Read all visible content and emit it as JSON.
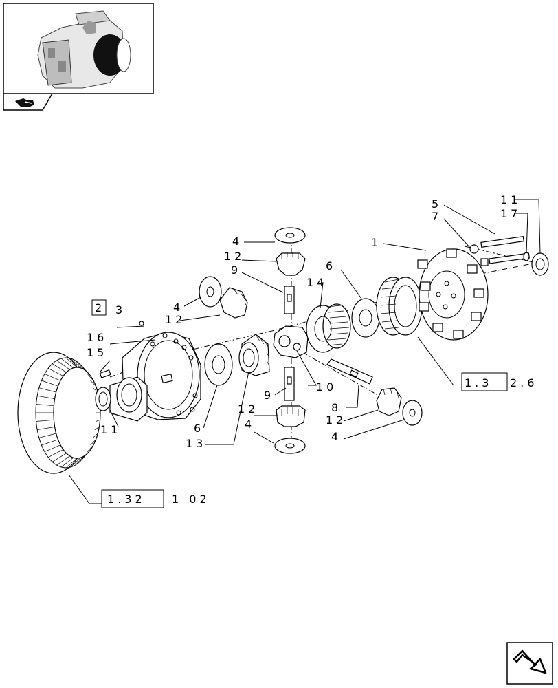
{
  "callouts": {
    "c1": "1",
    "c2": "2",
    "c3": "3",
    "c4a": "4",
    "c4b": "4",
    "c4c": "4",
    "c4d": "4",
    "c5": "5",
    "c6a": "6",
    "c6b": "6",
    "c7": "7",
    "c8": "8",
    "c9a": "9",
    "c9b": "9",
    "c10": "10",
    "c11a": "11",
    "c11b": "11",
    "c12a": "12",
    "c12b": "12",
    "c12c": "12",
    "c12d": "12",
    "c13": "13",
    "c14": "14",
    "c15": "15",
    "c16": "16",
    "c17": "17"
  },
  "references": {
    "ref_right": {
      "boxed": "1.3",
      "rest": "2.6"
    },
    "ref_bottom": {
      "boxed": "1.32",
      "rest": "1 02"
    }
  },
  "icons": {
    "thumbnail": "tractor-transmission-thumbnail",
    "corner_badge": "tractor-location-icon",
    "nav": "navigation-arrow-icon"
  }
}
